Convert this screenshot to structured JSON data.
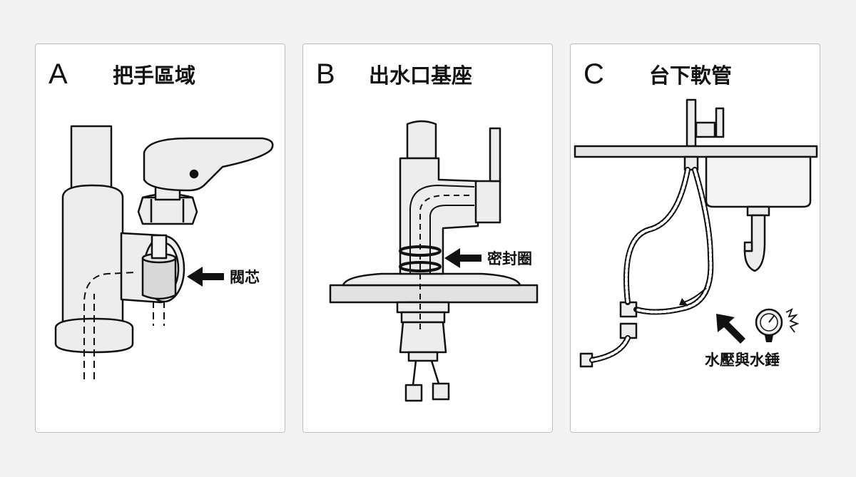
{
  "panels": [
    {
      "letter": "A",
      "title": "把手區域",
      "callout": "閥芯"
    },
    {
      "letter": "B",
      "title": "出水口基座",
      "callout": "密封圈"
    },
    {
      "letter": "C",
      "title": "台下軟管",
      "callout": "水壓與水錘"
    }
  ],
  "colors": {
    "ink": "#111111",
    "metal": "#ededed",
    "panel_border": "#bdbdbd"
  }
}
